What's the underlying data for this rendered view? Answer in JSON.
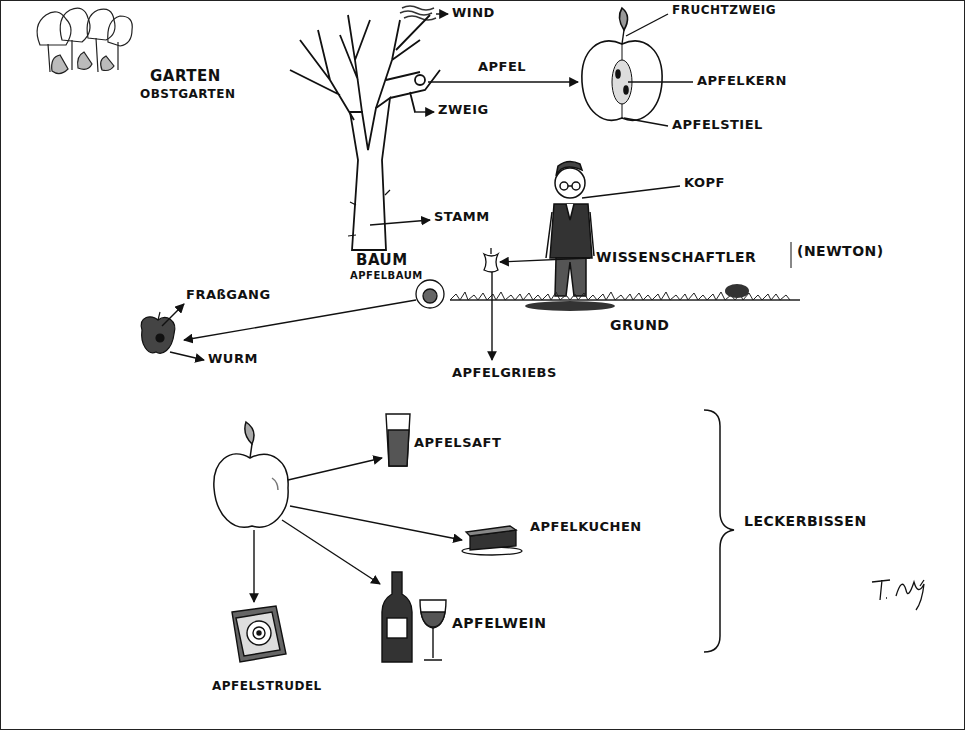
{
  "diagram": {
    "labels": [
      "GARTEN",
      "OBSTGARTEN",
      "WIND",
      "FRUCHTZWEIG",
      "APFEL",
      "APFELKERN",
      "ZWEIG",
      "APFELSTIEL",
      "KOPF",
      "STAMM",
      "BAUM",
      "APFELBAUM",
      "WISSENSCHAFTLER",
      "(NEWTON)",
      "FRAßGANG",
      "GRUND",
      "WURM",
      "APFELGRIEBS",
      "APFELSAFT",
      "APFELKUCHEN",
      "LECKERBISSEN",
      "APFELWEIN",
      "APFELSTRUDEL"
    ]
  }
}
